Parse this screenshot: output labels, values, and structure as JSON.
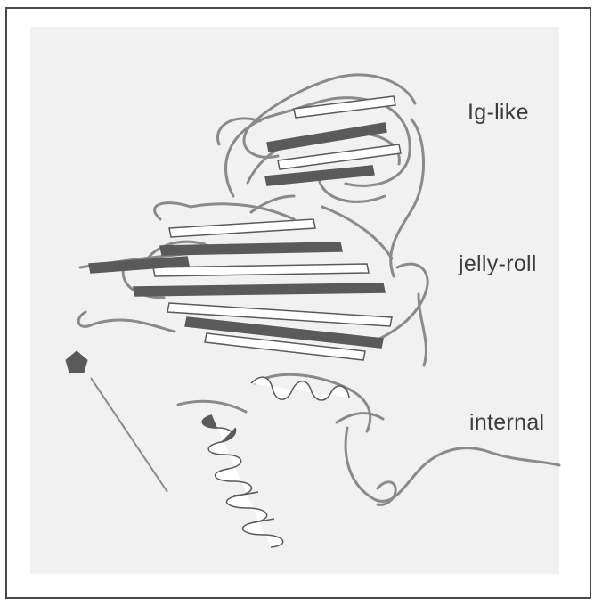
{
  "figure": {
    "labels": {
      "ig_like": "Ig-like",
      "jelly_roll": "jelly-roll",
      "internal": "internal"
    },
    "colors": {
      "frame_border": "#4a4a4a",
      "panel_background": "#f1f1f1",
      "ribbon_dark": "#5a5a5a",
      "ribbon_light": "#ffffff",
      "coil": "#8a8a8a",
      "label_text": "#3c3c3c"
    },
    "icons": [
      "pentagon-marker-icon"
    ]
  }
}
